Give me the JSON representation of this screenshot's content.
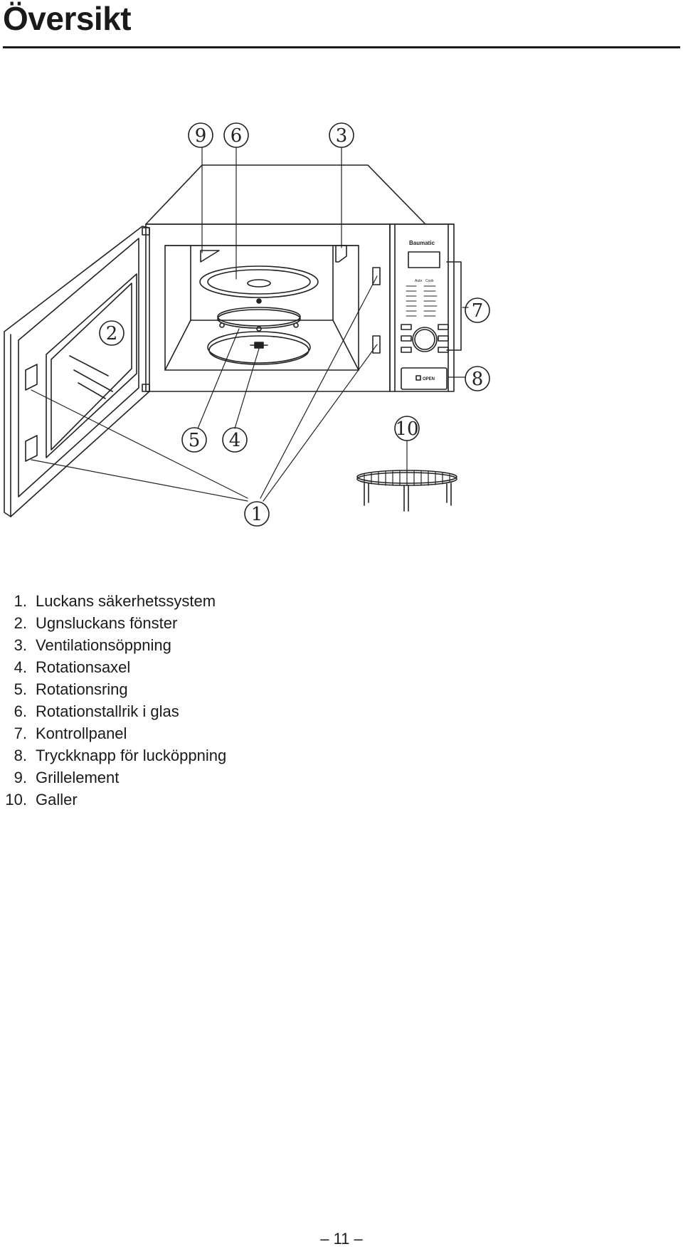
{
  "page": {
    "title": "Översikt",
    "page_number": "– 11 –"
  },
  "diagram": {
    "brand_label": "Baumatic",
    "open_button_label": "OPEN",
    "panel_headings": [
      "Auto",
      "Cook"
    ],
    "callouts": [
      "1",
      "2",
      "3",
      "4",
      "5",
      "6",
      "7",
      "8",
      "9",
      "10"
    ]
  },
  "parts": [
    {
      "num": "1.",
      "label": "Luckans säkerhetssystem"
    },
    {
      "num": "2.",
      "label": "Ugnsluckans fönster"
    },
    {
      "num": "3.",
      "label": "Ventilationsöppning"
    },
    {
      "num": "4.",
      "label": "Rotationsaxel"
    },
    {
      "num": "5.",
      "label": "Rotationsring"
    },
    {
      "num": "6.",
      "label": "Rotationstallrik i glas"
    },
    {
      "num": "7.",
      "label": "Kontrollpanel"
    },
    {
      "num": "8.",
      "label": "Tryckknapp för lucköppning"
    },
    {
      "num": "9.",
      "label": "Grillelement"
    },
    {
      "num": "10.",
      "label": "Galler"
    }
  ]
}
